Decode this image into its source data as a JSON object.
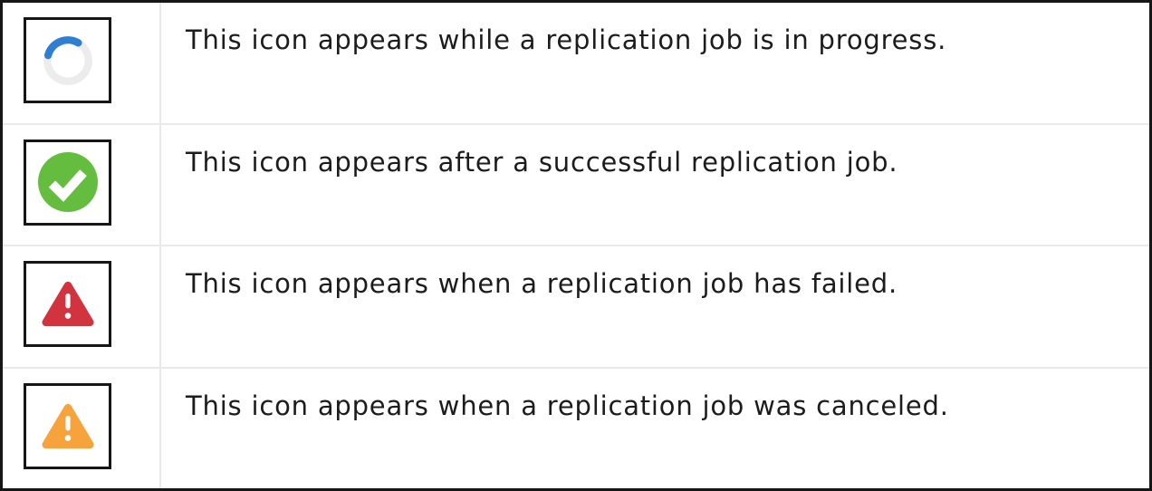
{
  "table": {
    "rows": [
      {
        "icon": "spinner-icon",
        "description": "This icon appears while a replication job is in progress."
      },
      {
        "icon": "success-icon",
        "description": "This icon appears after a successful replication job."
      },
      {
        "icon": "failed-icon",
        "description": "This icon appears when a replication job has failed."
      },
      {
        "icon": "canceled-icon",
        "description": "This icon appears when a replication job was canceled."
      }
    ]
  },
  "icon_colors": {
    "spinner_track": "#ececec",
    "spinner_arc": "#2e7fd3",
    "success_green": "#65bd3f",
    "failed_red": "#d1343f",
    "canceled_orange": "#f6a33d",
    "mark_white": "#ffffff"
  },
  "frame_colors": {
    "outer_border": "#161616",
    "divider": "#e9e9e9",
    "text": "#1c1c1c"
  }
}
